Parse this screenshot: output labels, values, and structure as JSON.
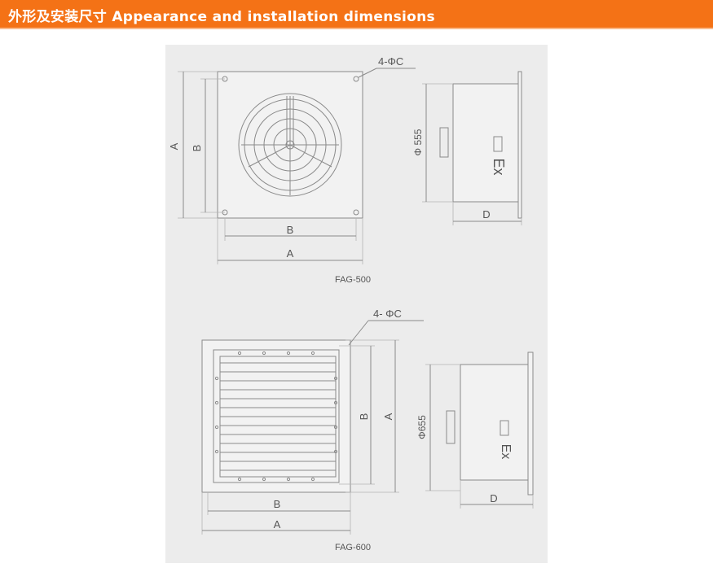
{
  "header": {
    "title": "外形及安装尺寸  Appearance and installation dimensions",
    "color": "#f47216"
  },
  "drawings": [
    {
      "model": "FAG-500",
      "holes": "4-ΦC",
      "dim_a": "A",
      "dim_b": "B",
      "diameter": "Φ 555",
      "depth": "D",
      "mark": "Ex"
    },
    {
      "model": "FAG-600",
      "holes": "4- ΦC",
      "dim_a": "A",
      "dim_b": "B",
      "diameter": "Φ655",
      "depth": "D",
      "mark": "Ex"
    }
  ]
}
